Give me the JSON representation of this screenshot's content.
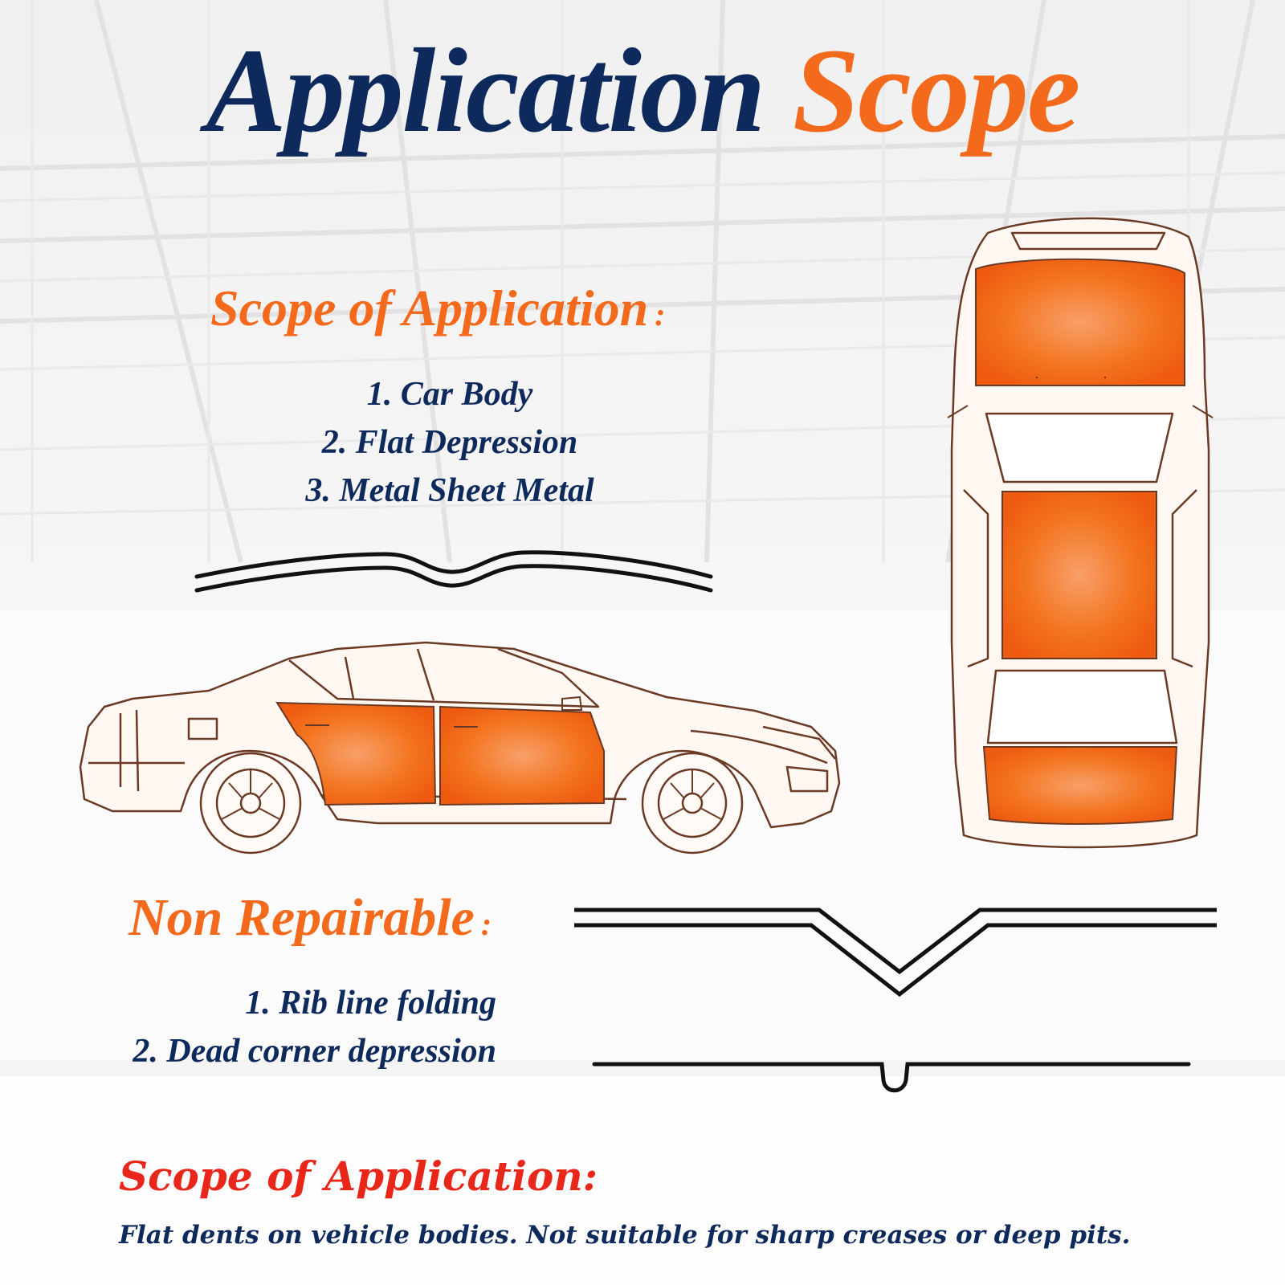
{
  "title": {
    "word1": "Application",
    "word2": "Scope"
  },
  "applicable": {
    "heading": "Scope of Application",
    "colon": ":",
    "items": [
      "1. Car Body",
      "2. Flat Depression",
      "3. Metal Sheet Metal"
    ]
  },
  "non_repairable": {
    "heading": "Non Repairable",
    "colon": ":",
    "items": [
      "1. Rib line folding",
      "2. Dead corner depression"
    ]
  },
  "summary": {
    "heading": "Scope of Application:",
    "note": "Flat dents on vehicle bodies. Not suitable for sharp creases or deep pits."
  },
  "colors": {
    "navy": "#0e2a5c",
    "orange": "#f36a1d",
    "red": "#e8261a"
  }
}
